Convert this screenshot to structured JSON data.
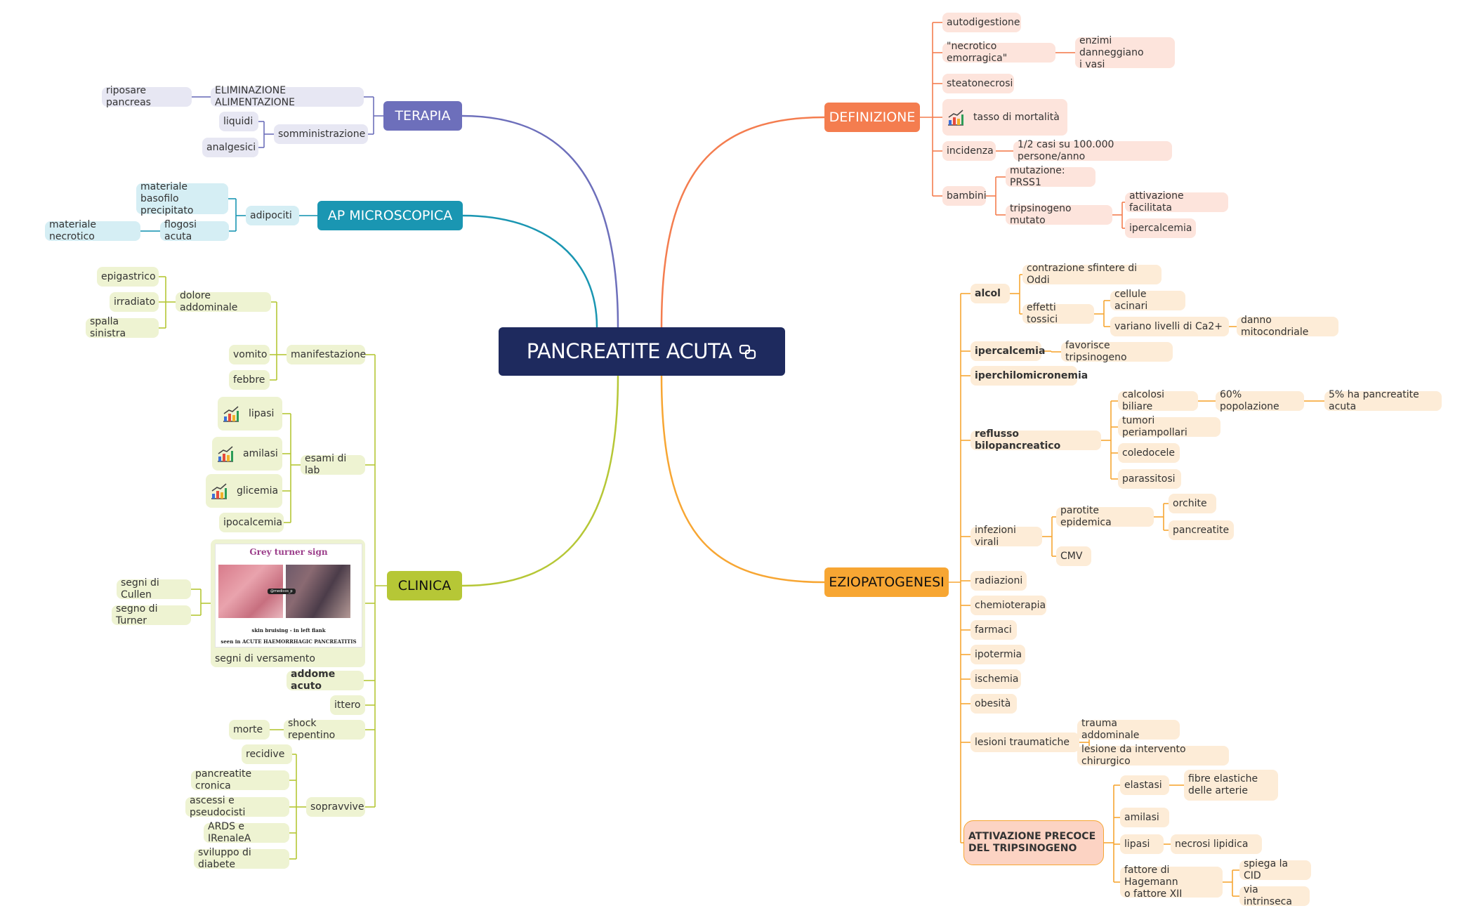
{
  "root": {
    "title": "PANCREATITE ACUTA",
    "link_icon": "link-icon"
  },
  "colors": {
    "definizione": "#f47d4f",
    "definizione_bg": "#fde4dc",
    "eziopatogenesi": "#f7a633",
    "eziopatogenesi_bg": "#fdecd7",
    "terapia": "#6d6fbb",
    "terapia_bg": "#e7e7f3",
    "ap": "#1a96b2",
    "ap_bg": "#d5eef4",
    "clinica": "#b6c736",
    "clinica_bg": "#eef3d2",
    "attivazione_bg": "#fcd3c3"
  },
  "branches": {
    "definizione": {
      "label": "DEFINIZIONE",
      "items": {
        "autodigestione": "autodigestione",
        "necrotico": "\"necrotico emorragica\"",
        "enzimi": "enzimi danneggiano\ni vasi",
        "steatonecrosi": "steatonecrosi",
        "mortalita": "tasso di mortalità",
        "incidenza": "incidenza",
        "incidenza_val": "1/2 casi su 100.000 persone/anno",
        "bambini": "bambini",
        "mutazione": "mutazione: PRSS1",
        "tripsinogeno_mutato": "tripsinogeno mutato",
        "attivazione_facilitata": "attivazione facilitata",
        "ipercalcemia": "ipercalcemia"
      }
    },
    "eziopatogenesi": {
      "label": "EZIOPATOGENESI",
      "items": {
        "alcol": "alcol",
        "contrazione": "contrazione sfintere di Oddi",
        "effetti_tossici": "effetti tossici",
        "cellule_acinari": "cellule acinari",
        "variano": "variano livelli di Ca2+",
        "danno": "danno mitocondriale",
        "ipercalcemia": "ipercalcemia",
        "favorisce": "favorisce tripsinogeno",
        "iperchilo": "iperchilomicronemia",
        "reflusso": "reflusso bilopancreatico",
        "calcolosi": "calcolosi biliare",
        "popolazione": "60% popolazione",
        "cinque": "5% ha pancreatite acuta",
        "tumori": "tumori periampollari",
        "coledocele": "coledocele",
        "parassitosi": "parassitosi",
        "infezioni": "infezioni virali",
        "parotite": "parotite epidemica",
        "orchite": "orchite",
        "pancreatite": "pancreatite",
        "cmv": "CMV",
        "radiazioni": "radiazioni",
        "chemioterapia": "chemioterapia",
        "farmaci": "farmaci",
        "ipotermia": "ipotermia",
        "ischemia": "ischemia",
        "obesita": "obesità",
        "lesioni": "lesioni traumatiche",
        "trauma": "trauma addominale",
        "lesione_chir": "lesione da intervento chirurgico",
        "attivazione": "ATTIVAZIONE PRECOCE\nDEL TRIPSINOGENO",
        "elastasi": "elastasi",
        "fibre": "fibre elastiche\ndelle arterie",
        "amilasi": "amilasi",
        "lipasi": "lipasi",
        "necrosi": "necrosi lipidica",
        "hagemann": "fattore di Hagemann\no fattore XII",
        "cid": "spiega la CID",
        "intrinseca": "via intrinseca"
      }
    },
    "terapia": {
      "label": "TERAPIA",
      "items": {
        "eliminazione": "ELIMINAZIONE ALIMENTAZIONE",
        "riposare": "riposare pancreas",
        "somministrazione": "somministrazione",
        "liquidi": "liquidi",
        "analgesici": "analgesici"
      }
    },
    "ap": {
      "label": "AP MICROSCOPICA",
      "items": {
        "adipociti": "adipociti",
        "basofilo": "materiale basofilo\nprecipitato",
        "flogosi": "flogosi acuta",
        "necrotico": "materiale necrotico"
      }
    },
    "clinica": {
      "label": "CLINICA",
      "items": {
        "manifestazione": "manifestazione",
        "dolore": "dolore addominale",
        "epigastrico": "epigastrico",
        "irradiato": "irradiato",
        "spalla": "spalla sinistra",
        "vomito": "vomito",
        "febbre": "febbre",
        "esami": "esami di lab",
        "lipasi": "lipasi",
        "amilasi": "amilasi",
        "glicemia": "glicemia",
        "ipocalcemia": "ipocalcemia",
        "versamento": "segni di versamento",
        "cullen": "segni di Cullen",
        "turner": "segno di Turner",
        "addome": "addome acuto",
        "ittero": "ittero",
        "shock": "shock repentino",
        "morte": "morte",
        "sopravvive": "sopravvive",
        "recidive": "recidive",
        "cronica": "pancreatite cronica",
        "ascessi": "ascessi e pseudocisti",
        "ards": "ARDS e IRenaleA",
        "diabete": "sviluppo di diabete"
      },
      "photo": {
        "title": "Grey turner sign",
        "watermark": "@medicos_p",
        "caption1": "skin bruising - in left flank",
        "caption2": "seen in ACUTE HAEMORRHAGIC PANCREATITIS"
      }
    }
  }
}
